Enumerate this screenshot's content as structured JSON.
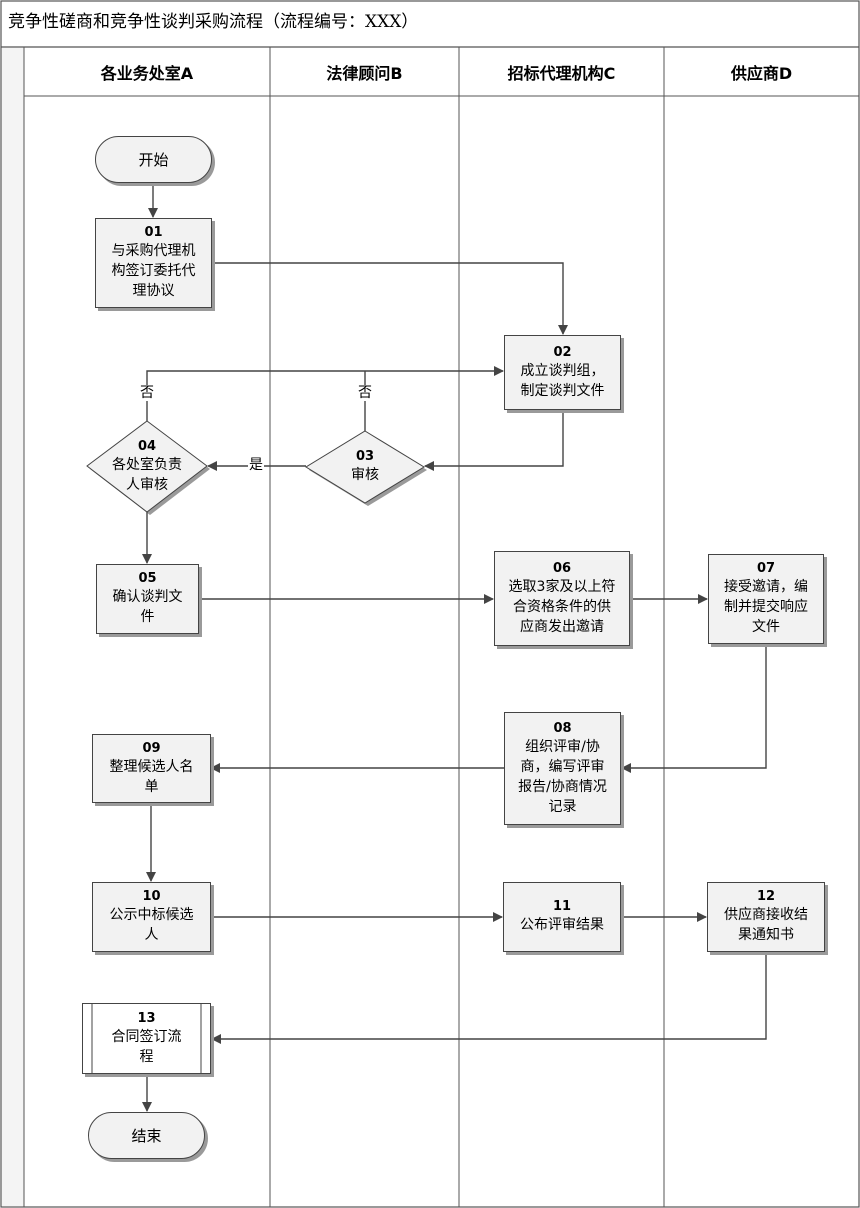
{
  "title": "竞争性磋商和竞争性谈判采购流程（流程编号：XXX）",
  "lanes": [
    "各业务处室A",
    "法律顾问B",
    "招标代理机构C",
    "供应商D"
  ],
  "nodes": {
    "start": {
      "text": "开始"
    },
    "n01": {
      "num": "01",
      "text": "与采购代理机\n构签订委托代\n理协议"
    },
    "n02": {
      "num": "02",
      "text": "成立谈判组，\n制定谈判文件"
    },
    "n03": {
      "num": "03",
      "text": "审核"
    },
    "n04": {
      "num": "04",
      "text": "各处室负责\n人审核"
    },
    "n05": {
      "num": "05",
      "text": "确认谈判文\n件"
    },
    "n06": {
      "num": "06",
      "text": "选取3家及以上符\n合资格条件的供\n应商发出邀请"
    },
    "n07": {
      "num": "07",
      "text": "接受邀请，编\n制并提交响应\n文件"
    },
    "n08": {
      "num": "08",
      "text": "组织评审/协\n商，编写评审\n报告/协商情况\n记录"
    },
    "n09": {
      "num": "09",
      "text": "整理候选人名\n单"
    },
    "n10": {
      "num": "10",
      "text": "公示中标候选\n人"
    },
    "n11": {
      "num": "11",
      "text": "公布评审结果"
    },
    "n12": {
      "num": "12",
      "text": "供应商接收结\n果通知书"
    },
    "n13": {
      "num": "13",
      "text": "合同签订流\n程"
    },
    "end": {
      "text": "结束"
    }
  },
  "edge_labels": {
    "no_04": "否",
    "no_03": "否",
    "yes_03": "是"
  }
}
